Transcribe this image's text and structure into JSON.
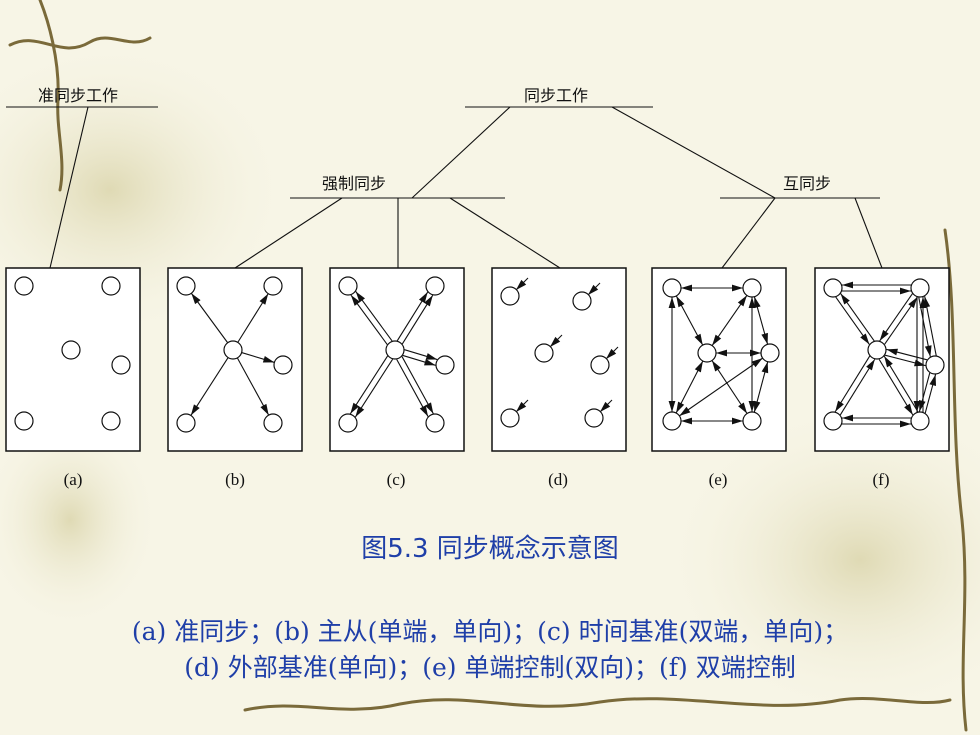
{
  "tree": {
    "quasi_sync": "准同步工作",
    "sync_work": "同步工作",
    "forced_sync": "强制同步",
    "mutual_sync": "互同步"
  },
  "panels": [
    {
      "label": "(a)"
    },
    {
      "label": "(b)"
    },
    {
      "label": "(c)"
    },
    {
      "label": "(d)"
    },
    {
      "label": "(e)"
    },
    {
      "label": "(f)"
    }
  ],
  "caption": "图5.3  同步概念示意图",
  "legend": {
    "line1": "(a) 准同步；(b) 主从(单端，单向)；(c) 时间基准(双端，单向)；",
    "line2": "(d) 外部基准(单向)；(e) 单端控制(双向)；(f) 双端控制"
  },
  "colors": {
    "background": "#f7f5e6",
    "text_blue": "#1f3fa8",
    "line": "#111111",
    "vine": "#7a6a3a"
  }
}
